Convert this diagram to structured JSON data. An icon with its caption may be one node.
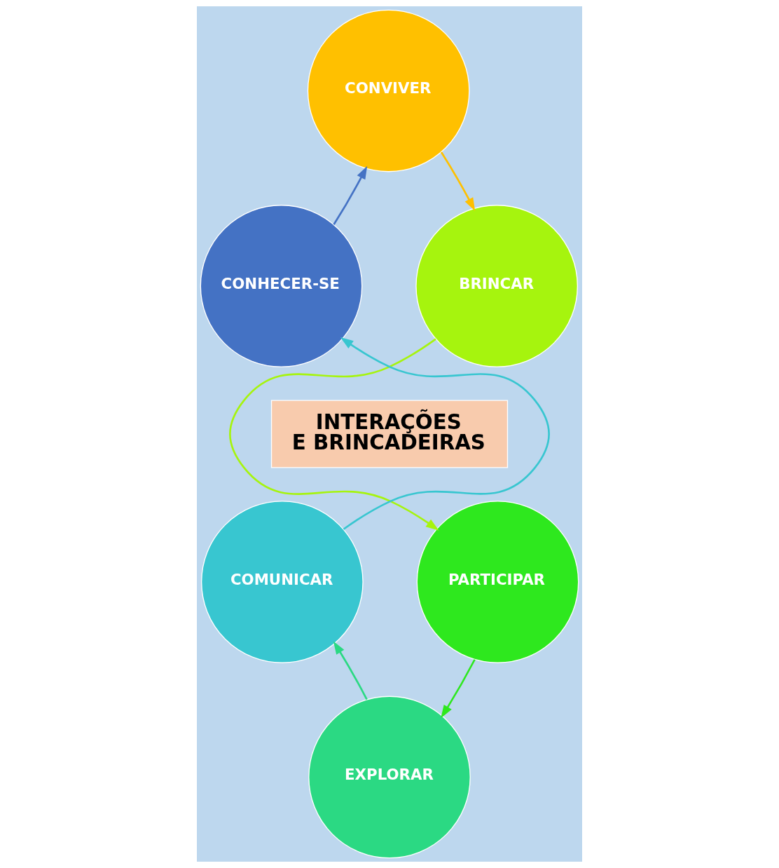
{
  "diagram": {
    "nodes": [
      {
        "text": [
          "CONVIVER"
        ]
      },
      {
        "text": [
          "BRINCAR"
        ]
      },
      {
        "text": [
          "PARTICIPAR"
        ]
      },
      {
        "text": [
          "EXPLORAR"
        ]
      },
      {
        "text": [
          "COMUNICAR"
        ]
      },
      {
        "text": [
          "CONHECER-SE"
        ]
      },
      {
        "text": [
          "INTERAÇÕES E BRINCADEIRAS"
        ]
      }
    ],
    "edges": [
      {
        "from": 5,
        "to": 0,
        "arrow": "to",
        "color": "#4472c4"
      },
      {
        "from": 0,
        "to": 1,
        "arrow": "to",
        "color": "#ffc000"
      },
      {
        "from": 1,
        "to": 2,
        "arrow": "to",
        "color": "#a6f40e"
      },
      {
        "from": 2,
        "to": 3,
        "arrow": "to",
        "color": "#2ee81e"
      },
      {
        "from": 3,
        "to": 4,
        "arrow": "to",
        "color": "#2bd983"
      },
      {
        "from": 4,
        "to": 5,
        "arrow": "to",
        "color": "#38c6d0"
      }
    ]
  }
}
